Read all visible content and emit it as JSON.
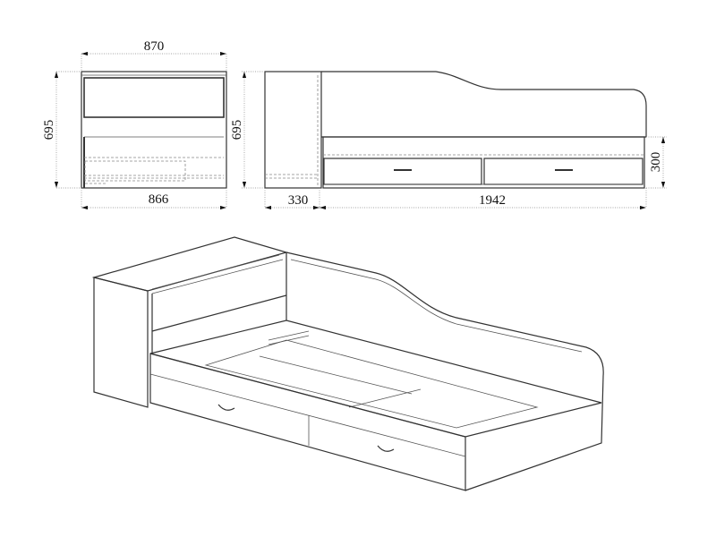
{
  "front_view": {
    "width_top": "870",
    "height": "695",
    "width_bottom": "866"
  },
  "side_view": {
    "height": "695",
    "cabinet_depth": "330",
    "bed_length": "1942",
    "frame_height": "300"
  },
  "colors": {
    "line": "#333333",
    "dimension": "#888888",
    "background": "#ffffff"
  }
}
